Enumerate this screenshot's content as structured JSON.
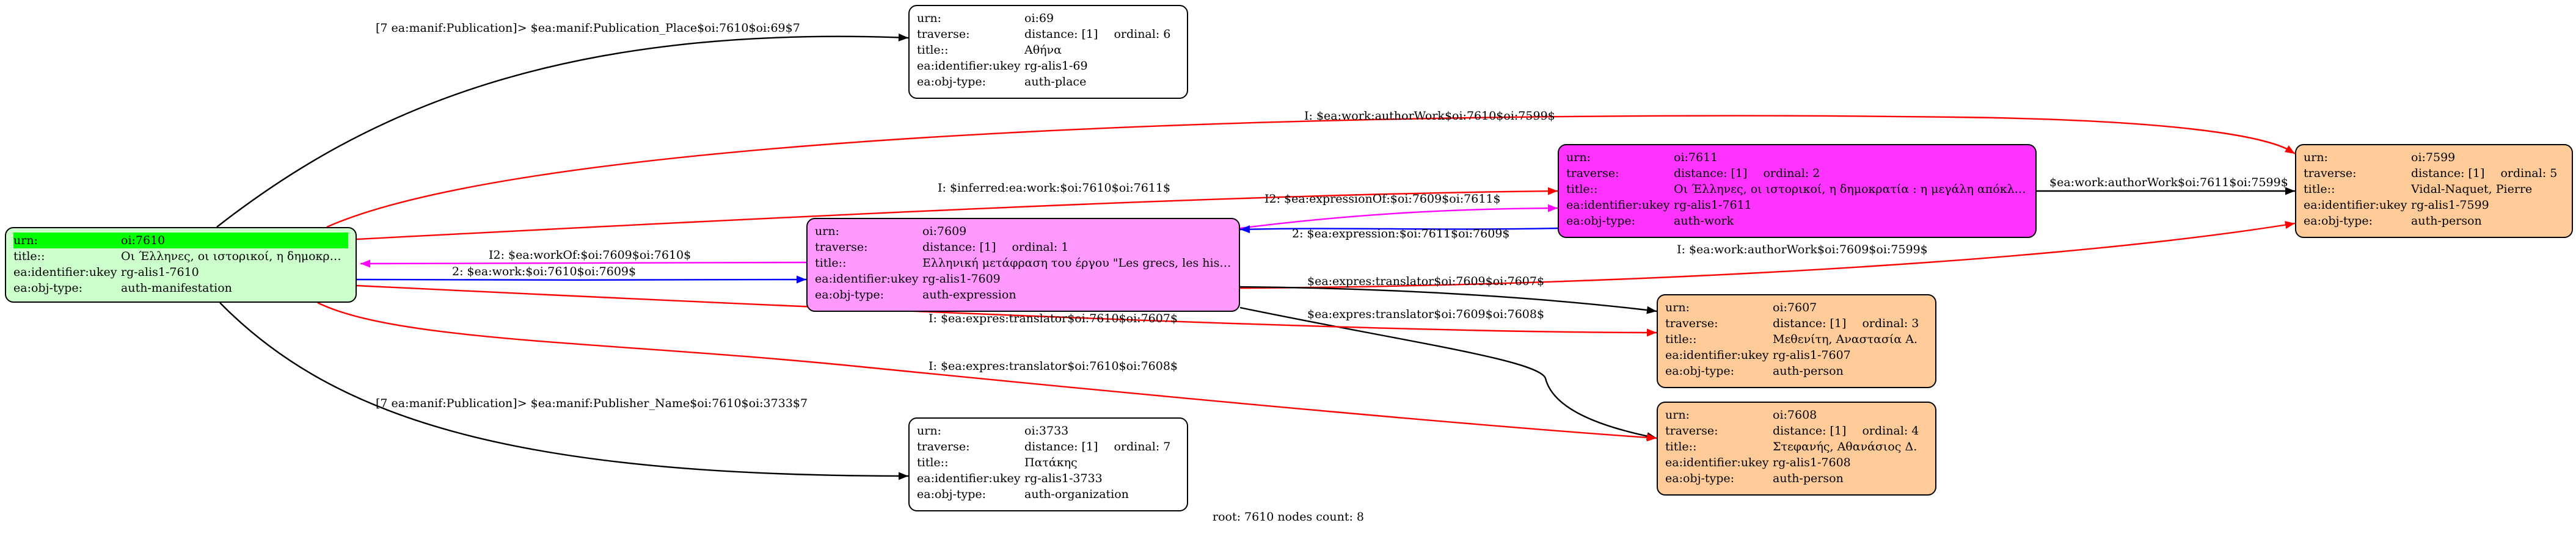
{
  "colors": {
    "manifestation": "#ccffcc",
    "expression": "#ff99ff",
    "work": "#ff33ff",
    "person": "#ffcc99",
    "neutral": "#ffffff",
    "highlight": "#00ff00",
    "edge_black": "#000000",
    "edge_red": "#ff0000",
    "edge_magenta": "#ff00ff",
    "edge_blue": "#0000ff"
  },
  "nodes": [
    {
      "id": "oi7610",
      "fill": "manifestation",
      "rows": [
        {
          "key": "urn:",
          "value": "oi:7610",
          "highlight": true
        },
        {
          "key": "title::",
          "value": "Οι Έλληνες, οι ιστορικοί, η δημοκρατία"
        },
        {
          "key": "ea:identifier:ukey",
          "value": "rg-alis1-7610"
        },
        {
          "key": "ea:obj-type:",
          "value": "auth-manifestation"
        }
      ]
    },
    {
      "id": "oi69",
      "fill": "neutral",
      "rows": [
        {
          "key": "urn:",
          "value": "oi:69"
        },
        {
          "key": "traverse:",
          "value": "distance: [1]",
          "extra": "ordinal: 6"
        },
        {
          "key": "title::",
          "value": "Αθήνα"
        },
        {
          "key": "ea:identifier:ukey",
          "value": "rg-alis1-69"
        },
        {
          "key": "ea:obj-type:",
          "value": "auth-place"
        }
      ]
    },
    {
      "id": "oi7609",
      "fill": "expression",
      "rows": [
        {
          "key": "urn:",
          "value": "oi:7609"
        },
        {
          "key": "traverse:",
          "value": "distance: [1]",
          "extra": "ordinal: 1"
        },
        {
          "key": "title::",
          "value": "Ελληνική μετάφραση του έργου \"Les grecs, les historiens, l..."
        },
        {
          "key": "ea:identifier:ukey",
          "value": "rg-alis1-7609"
        },
        {
          "key": "ea:obj-type:",
          "value": "auth-expression"
        }
      ]
    },
    {
      "id": "oi7611",
      "fill": "work",
      "rows": [
        {
          "key": "urn:",
          "value": "oi:7611"
        },
        {
          "key": "traverse:",
          "value": "distance: [1]",
          "extra": "ordinal: 2"
        },
        {
          "key": "title::",
          "value": "Οι Έλληνες, οι ιστορικοί, η δημοκρατία : η μεγάλη απόκλιση"
        },
        {
          "key": "ea:identifier:ukey",
          "value": "rg-alis1-7611"
        },
        {
          "key": "ea:obj-type:",
          "value": "auth-work"
        }
      ]
    },
    {
      "id": "oi7599",
      "fill": "person",
      "rows": [
        {
          "key": "urn:",
          "value": "oi:7599"
        },
        {
          "key": "traverse:",
          "value": "distance: [1]",
          "extra": "ordinal: 5"
        },
        {
          "key": "title::",
          "value": "Vidal-Naquet, Pierre"
        },
        {
          "key": "ea:identifier:ukey",
          "value": "rg-alis1-7599"
        },
        {
          "key": "ea:obj-type:",
          "value": "auth-person"
        }
      ]
    },
    {
      "id": "oi7607",
      "fill": "person",
      "rows": [
        {
          "key": "urn:",
          "value": "oi:7607"
        },
        {
          "key": "traverse:",
          "value": "distance: [1]",
          "extra": "ordinal: 3"
        },
        {
          "key": "title::",
          "value": "Μεθενίτη, Αναστασία Α."
        },
        {
          "key": "ea:identifier:ukey",
          "value": "rg-alis1-7607"
        },
        {
          "key": "ea:obj-type:",
          "value": "auth-person"
        }
      ]
    },
    {
      "id": "oi7608",
      "fill": "person",
      "rows": [
        {
          "key": "urn:",
          "value": "oi:7608"
        },
        {
          "key": "traverse:",
          "value": "distance: [1]",
          "extra": "ordinal: 4"
        },
        {
          "key": "title::",
          "value": "Στεφανής, Αθανάσιος Δ."
        },
        {
          "key": "ea:identifier:ukey",
          "value": "rg-alis1-7608"
        },
        {
          "key": "ea:obj-type:",
          "value": "auth-person"
        }
      ]
    },
    {
      "id": "oi3733",
      "fill": "neutral",
      "rows": [
        {
          "key": "urn:",
          "value": "oi:3733"
        },
        {
          "key": "traverse:",
          "value": "distance: [1]",
          "extra": "ordinal: 7"
        },
        {
          "key": "title::",
          "value": "Πατάκης"
        },
        {
          "key": "ea:identifier:ukey",
          "value": "rg-alis1-3733"
        },
        {
          "key": "ea:obj-type:",
          "value": "auth-organization"
        }
      ]
    }
  ],
  "edges": [
    {
      "id": "e1",
      "color": "edge_black",
      "label": "[7 ea:manif:Publication]> $ea:manif:Publication_Place$oi:7610$oi:69$7"
    },
    {
      "id": "e2",
      "color": "edge_red",
      "label": "I: $ea:work:authorWork$oi:7610$oi:7599$"
    },
    {
      "id": "e3",
      "color": "edge_red",
      "label": "I: $inferred:ea:work:$oi:7610$oi:7611$"
    },
    {
      "id": "e4",
      "color": "edge_magenta",
      "label": "I2: $ea:workOf:$oi:7609$oi:7610$"
    },
    {
      "id": "e5",
      "color": "edge_blue",
      "label": "2: $ea:work:$oi:7610$oi:7609$"
    },
    {
      "id": "e6",
      "color": "edge_magenta",
      "label": "I2: $ea:expressionOf:$oi:7609$oi:7611$"
    },
    {
      "id": "e7",
      "color": "edge_blue",
      "label": "2: $ea:expression:$oi:7611$oi:7609$"
    },
    {
      "id": "e8",
      "color": "edge_black",
      "label": "$ea:work:authorWork$oi:7611$oi:7599$"
    },
    {
      "id": "e9",
      "color": "edge_red",
      "label": "I: $ea:work:authorWork$oi:7609$oi:7599$"
    },
    {
      "id": "e10",
      "color": "edge_black",
      "label": "$ea:expres:translator$oi:7609$oi:7607$"
    },
    {
      "id": "e11",
      "color": "edge_black",
      "label": "$ea:expres:translator$oi:7609$oi:7608$"
    },
    {
      "id": "e12",
      "color": "edge_red",
      "label": "I: $ea:expres:translator$oi:7610$oi:7607$"
    },
    {
      "id": "e13",
      "color": "edge_red",
      "label": "I: $ea:expres:translator$oi:7610$oi:7608$"
    },
    {
      "id": "e14",
      "color": "edge_black",
      "label": "[7 ea:manif:Publication]> $ea:manif:Publisher_Name$oi:7610$oi:3733$7"
    }
  ],
  "footer": "root: 7610 nodes count: 8"
}
